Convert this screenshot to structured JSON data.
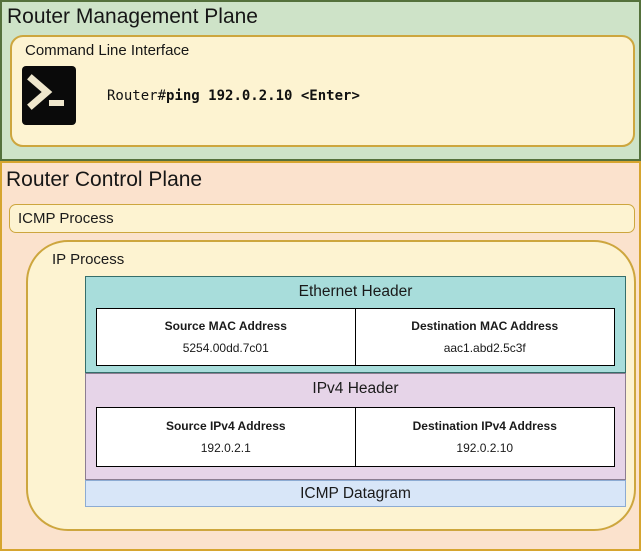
{
  "management_plane": {
    "title": "Router Management Plane",
    "cli": {
      "title": "Command Line Interface",
      "prompt": "Router#",
      "command": "ping 192.0.2.10 <Enter>"
    }
  },
  "control_plane": {
    "title": "Router Control Plane",
    "icmp_process": {
      "title": "ICMP Process"
    },
    "ip_process": {
      "title": "IP Process",
      "ethernet_header": {
        "title": "Ethernet Header",
        "fields": [
          {
            "label": "Source MAC Address",
            "value": "5254.00dd.7c01"
          },
          {
            "label": "Destination MAC Address",
            "value": "aac1.abd2.5c3f"
          }
        ]
      },
      "ipv4_header": {
        "title": "IPv4 Header",
        "fields": [
          {
            "label": "Source IPv4 Address",
            "value": "192.0.2.1"
          },
          {
            "label": "Destination IPv4 Address",
            "value": "192.0.2.10"
          }
        ]
      },
      "icmp_datagram": {
        "title": "ICMP Datagram"
      }
    }
  },
  "icons": {
    "terminal": "terminal-prompt-icon"
  },
  "colors": {
    "management_plane_bg": "#cee3c8",
    "management_plane_border": "#55713c",
    "control_plane_bg": "#fbe2cd",
    "gold_border": "#cda63e",
    "panel_yellow_bg": "#fdf3d1",
    "ethernet_band_bg": "#a8dddb",
    "ipv4_band_bg": "#e6d4e8",
    "icmp_datagram_bg": "#d8e6f8",
    "icmp_datagram_border": "#8cabd3",
    "terminal_icon_bg": "#0a0a0a",
    "terminal_glyph": "#efe7cd"
  }
}
